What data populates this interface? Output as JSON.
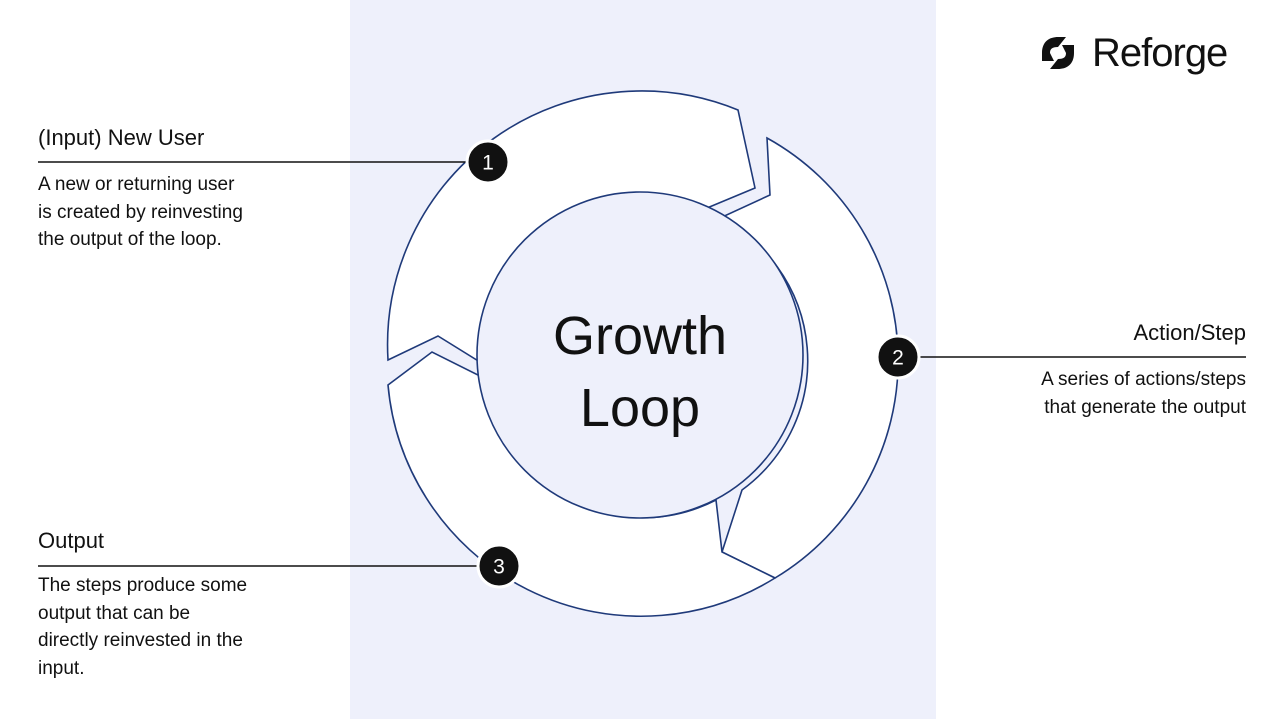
{
  "brand": {
    "name": "Reforge"
  },
  "loop": {
    "center_line1": "Growth",
    "center_line2": "Loop"
  },
  "steps": [
    {
      "number": "1",
      "title": "(Input) New User",
      "description_lines": [
        "A new or returning user",
        "is created by reinvesting",
        "the output of the loop."
      ]
    },
    {
      "number": "2",
      "title": "Action/Step",
      "description_lines": [
        "A series of actions/steps",
        "that generate the output"
      ]
    },
    {
      "number": "3",
      "title": "Output",
      "description_lines": [
        "The steps produce some",
        "output that can be",
        "directly reinvested in the",
        "input."
      ]
    }
  ],
  "colors": {
    "panel": "#eef0fb",
    "ring_stroke": "#1f3a7a",
    "badge": "#111111",
    "text": "#111111"
  }
}
